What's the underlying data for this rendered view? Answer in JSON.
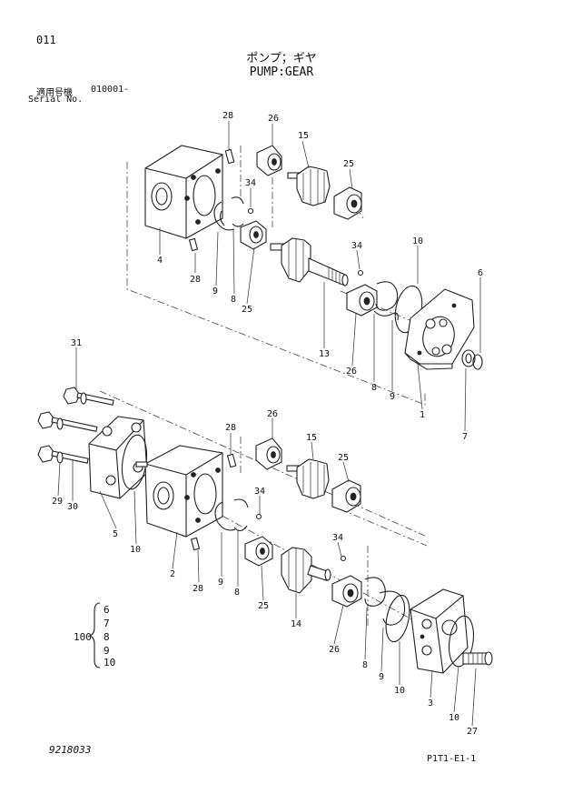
{
  "header": {
    "page_number": "011",
    "title_jp": "ポンプ；ギヤ",
    "title_en": "PUMP:GEAR",
    "serial_label_jp": "適用号機",
    "serial_value": "010001-",
    "serial_label_en": "Serial No."
  },
  "footer": {
    "drawing_number": "9218033",
    "sheet_code": "P1T1-E1-1"
  },
  "kit": {
    "label": "100",
    "items": [
      "6",
      "7",
      "8",
      "9",
      "10"
    ]
  },
  "callouts": {
    "upper": [
      "28",
      "26",
      "15",
      "25",
      "34",
      "4",
      "28",
      "9",
      "8",
      "25",
      "10",
      "34",
      "13",
      "6",
      "26",
      "8",
      "9",
      "1",
      "7"
    ],
    "lower": [
      "31",
      "28",
      "26",
      "15",
      "25",
      "29",
      "30",
      "5",
      "10",
      "2",
      "34",
      "9",
      "8",
      "28",
      "25",
      "34",
      "14",
      "26",
      "8",
      "9",
      "10",
      "3",
      "10",
      "27"
    ]
  }
}
